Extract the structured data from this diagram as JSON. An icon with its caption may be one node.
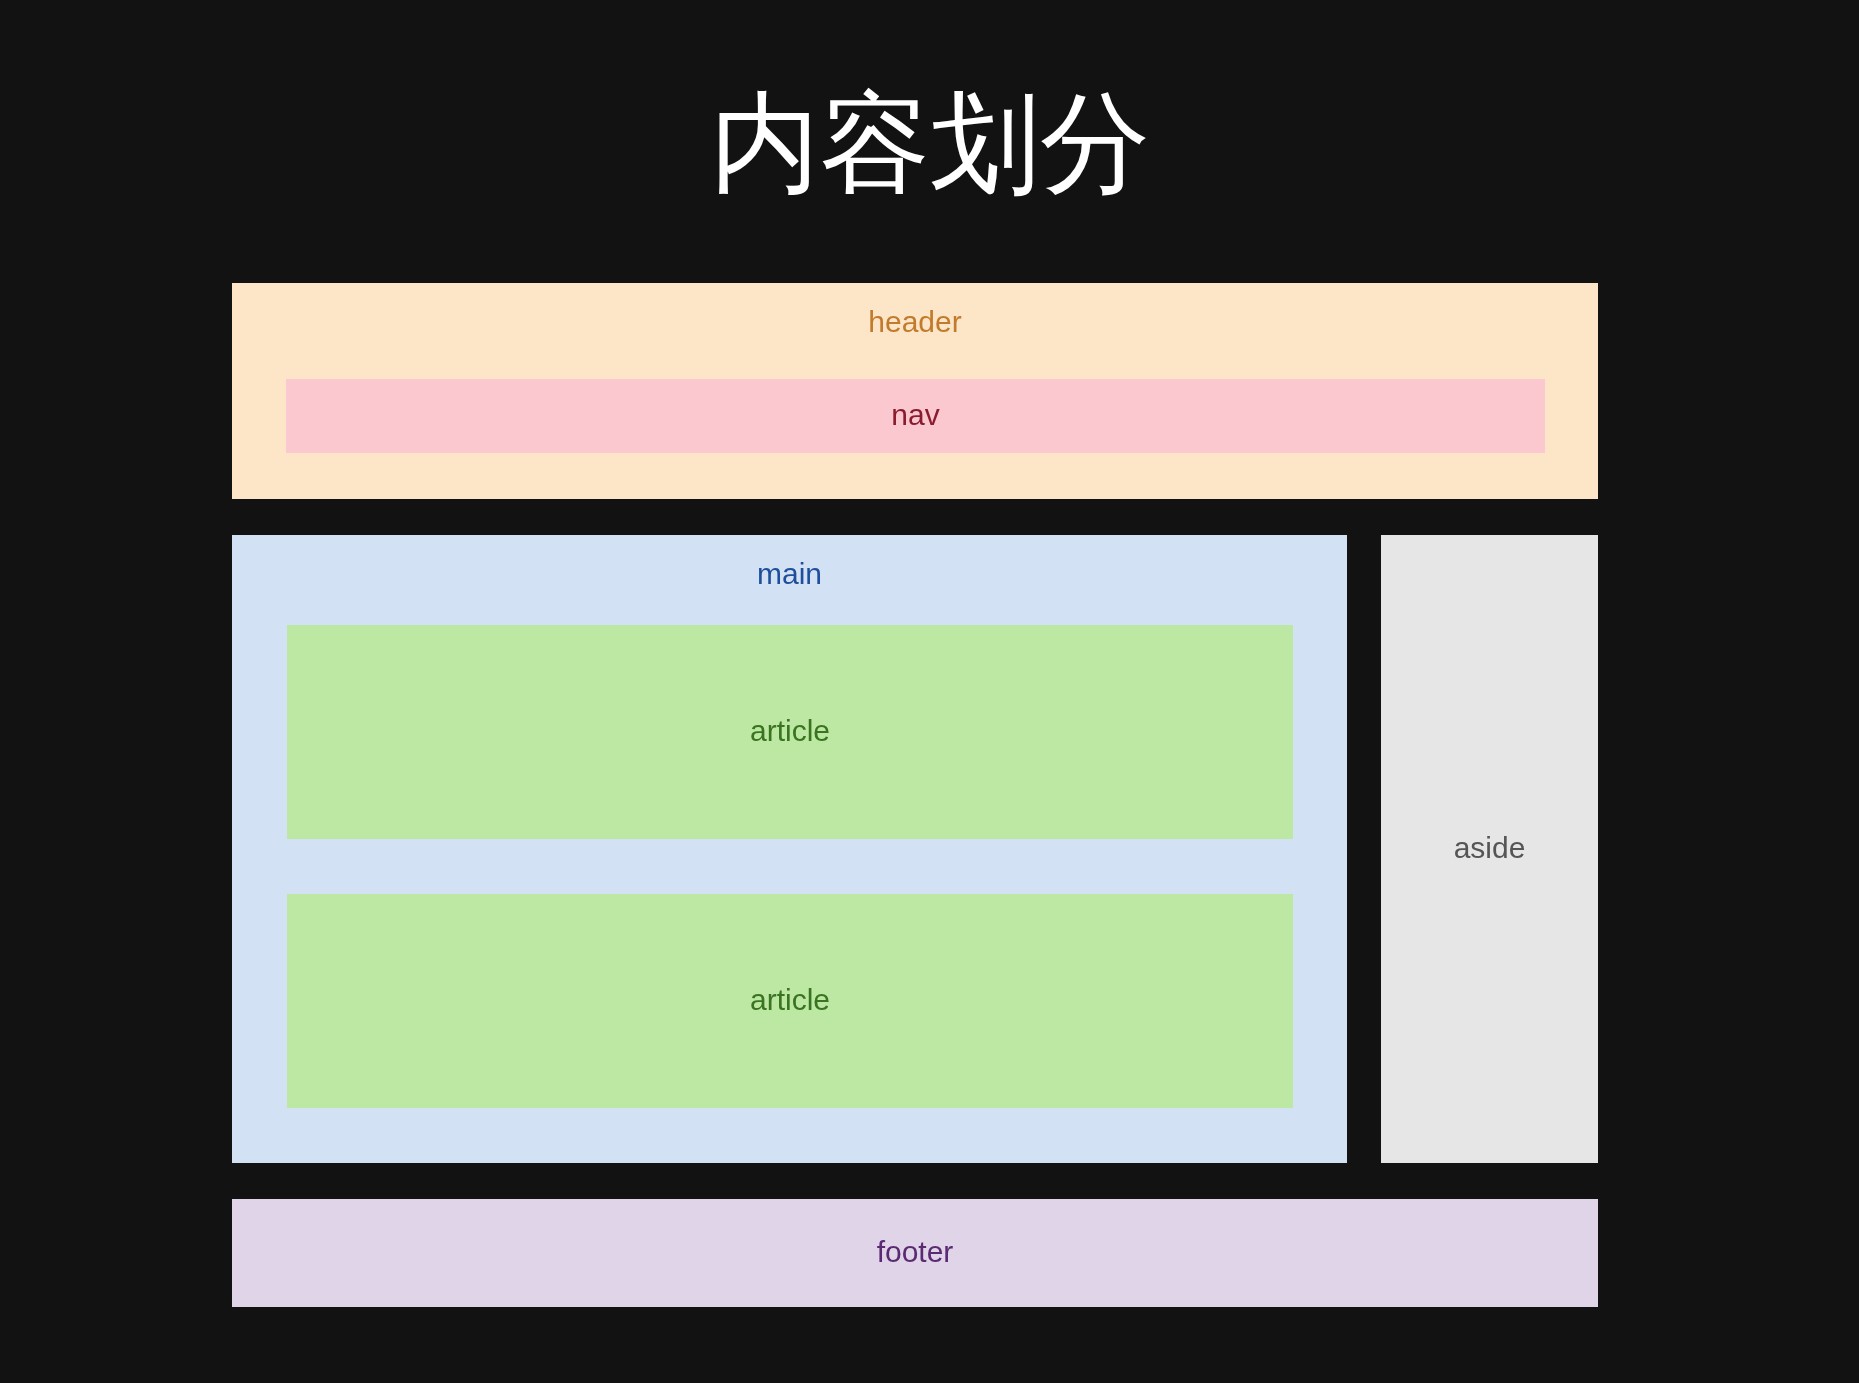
{
  "diagram": {
    "title": "内容划分",
    "nodes": [
      {
        "text": [
          "header"
        ]
      },
      {
        "text": [
          "nav"
        ],
        "in": 0
      },
      {
        "text": [
          "main"
        ]
      },
      {
        "text": [
          "article"
        ],
        "in": 2
      },
      {
        "text": [
          "article"
        ],
        "in": 2
      },
      {
        "text": [
          "aside"
        ]
      },
      {
        "text": [
          "footer"
        ]
      }
    ]
  }
}
